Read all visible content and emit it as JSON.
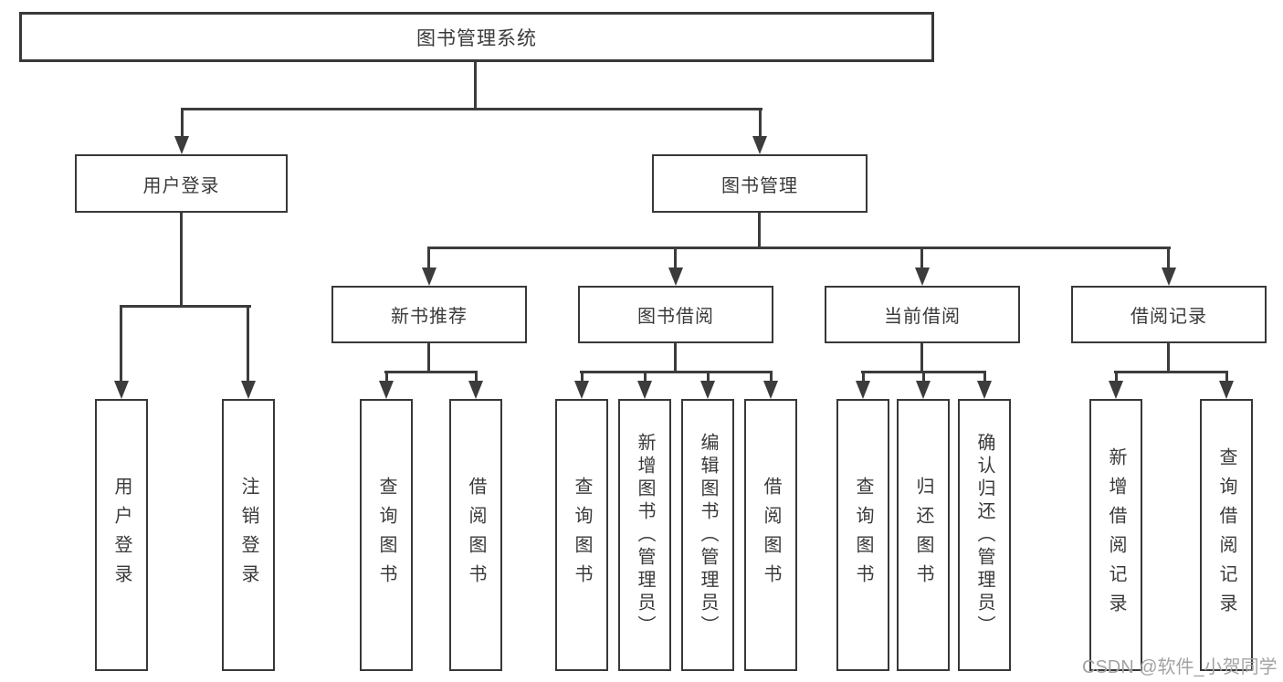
{
  "tree": {
    "root": "图书管理系统",
    "user_login": {
      "label": "用户登录",
      "children": [
        "用户登录",
        "注销登录"
      ]
    },
    "book_management": {
      "label": "图书管理",
      "sections": [
        {
          "label": "新书推荐",
          "children": [
            "查询图书",
            "借阅图书"
          ]
        },
        {
          "label": "图书借阅",
          "children": [
            "查询图书",
            "新增图书（管理员）",
            "编辑图书（管理员）",
            "借阅图书"
          ]
        },
        {
          "label": "当前借阅",
          "children": [
            "查询图书",
            "归还图书",
            "确认归还（管理员）"
          ]
        },
        {
          "label": "借阅记录",
          "children": [
            "新增借阅记录",
            "查询借阅记录"
          ]
        }
      ]
    }
  },
  "watermark": {
    "text": "CSDN @软件_小贺同学"
  },
  "colors": {
    "line": "#3c3c3c",
    "box_border": "#383838",
    "text": "#3a3a3a",
    "watermark": "#a3a3a3",
    "background": "#ffffff"
  }
}
